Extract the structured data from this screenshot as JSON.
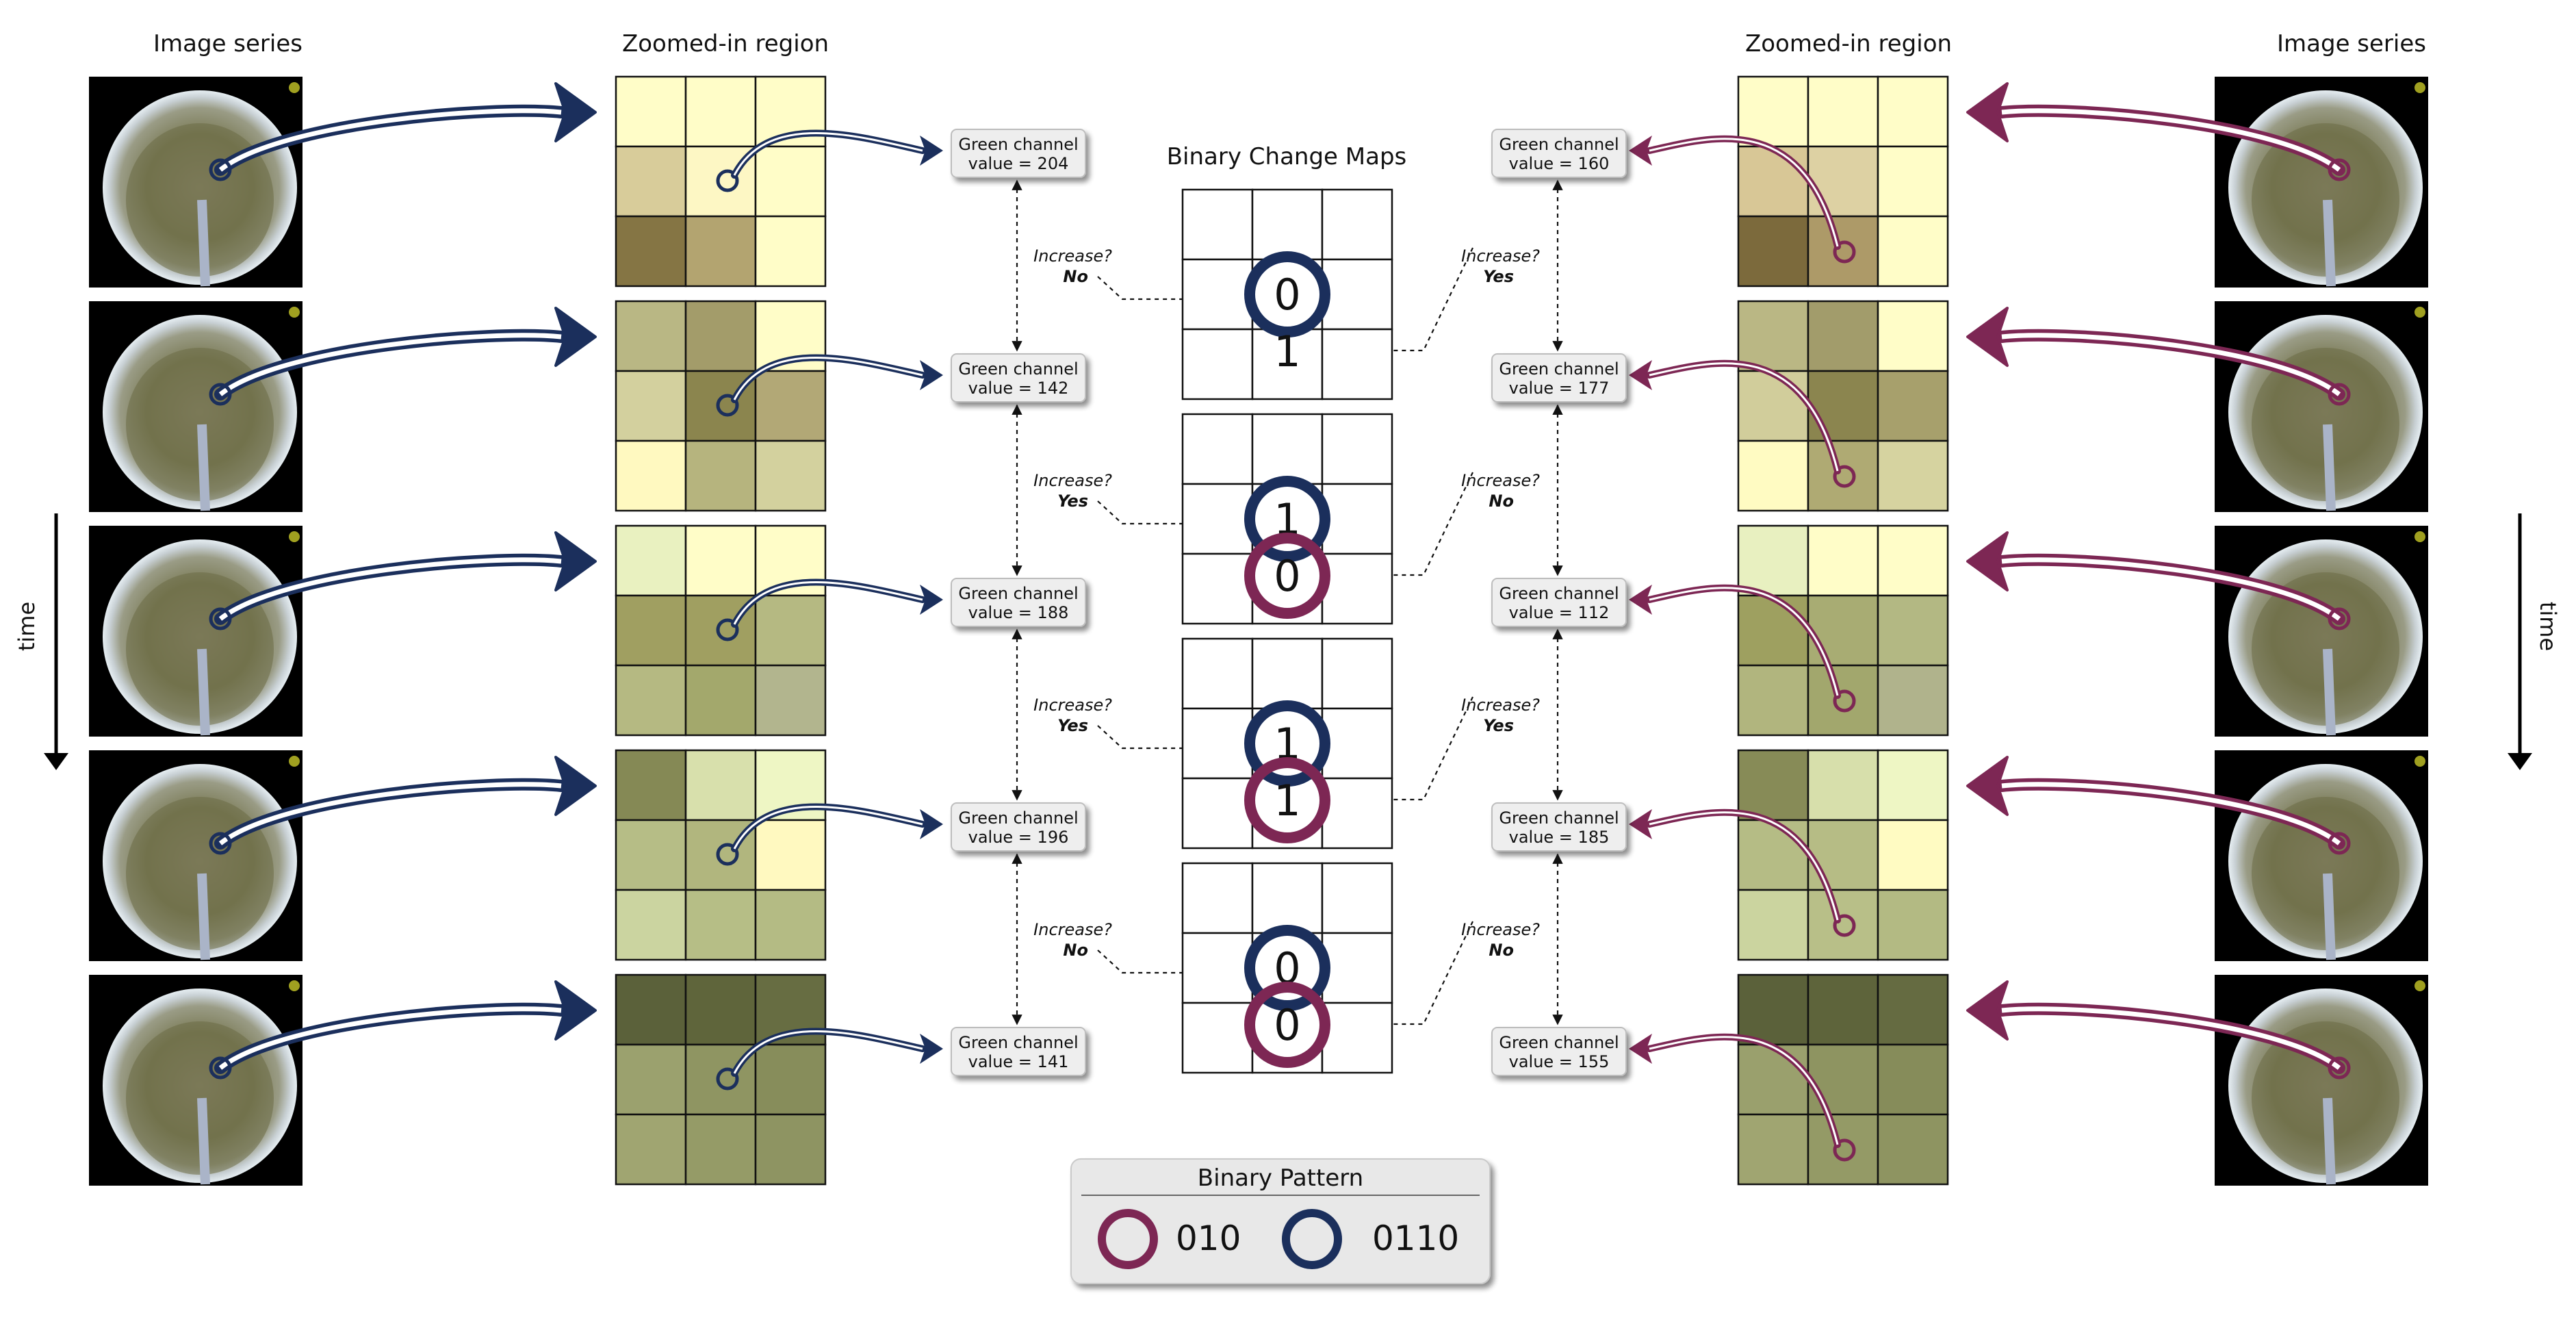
{
  "headers": {
    "left_image_series": "Image series",
    "left_zoomed": "Zoomed-in region",
    "right_zoomed": "Zoomed-in region",
    "right_image_series": "Image series",
    "binary_change_maps": "Binary Change Maps"
  },
  "time_label": "time",
  "green_label": "Green channel",
  "increase_label": "Increase?",
  "colors": {
    "navy": "#1b2f5c",
    "plum": "#7d2754",
    "box_fill": "#eeeeee",
    "legend_fill": "#e8e8e8"
  },
  "left_rows": [
    {
      "value": "value = 204",
      "grid": [
        "#fffdc8",
        "#fffdc8",
        "#fffdc8",
        "#d8cc9a",
        "#fdf7c4",
        "#fffdc8",
        "#857544",
        "#b3a470",
        "#fffdc8"
      ]
    },
    {
      "value": "value = 142",
      "grid": [
        "#b9b784",
        "#a39c6a",
        "#fffdc8",
        "#d3d09e",
        "#8b854e",
        "#b2a876",
        "#fff9c0",
        "#b6b47e",
        "#d3d19e"
      ]
    },
    {
      "value": "value = 188",
      "grid": [
        "#e9f1c0",
        "#fffdc8",
        "#fffdc8",
        "#a09f61",
        "#a09f61",
        "#b5b982",
        "#b5b982",
        "#a3a86c",
        "#b2b58e"
      ]
    },
    {
      "value": "value = 196",
      "grid": [
        "#858955",
        "#d8e0ac",
        "#eef6c4",
        "#b6bd86",
        "#b1b67e",
        "#fff9c0",
        "#cbd4a0",
        "#b6be86",
        "#b4bb84"
      ]
    },
    {
      "value": "value = 141",
      "grid": [
        "#5b613a",
        "#5f653b",
        "#676d42",
        "#9ba16e",
        "#8f9562",
        "#878d5b",
        "#a0a571",
        "#959b67",
        "#8e9462"
      ]
    }
  ],
  "right_rows": [
    {
      "value": "value = 160",
      "grid": [
        "#fffdc8",
        "#fffdc8",
        "#fffdc8",
        "#d8c796",
        "#ddd1a3",
        "#fffdc8",
        "#7c6a3c",
        "#ad9a68",
        "#fffdc8"
      ]
    },
    {
      "value": "value = 177",
      "grid": [
        "#bab784",
        "#a29c6b",
        "#fffdc8",
        "#d1cd9b",
        "#8b854f",
        "#a7a06c",
        "#fffbc2",
        "#afaa73",
        "#d6d3a0"
      ]
    },
    {
      "value": "value = 112",
      "grid": [
        "#e8f0c0",
        "#fffdc8",
        "#fffdc8",
        "#9ea060",
        "#a8ac73",
        "#b3b883",
        "#b1b57e",
        "#a2a76d",
        "#b0b38c"
      ]
    },
    {
      "value": "value = 185",
      "grid": [
        "#878b57",
        "#d7dfab",
        "#eef6c4",
        "#b5bc85",
        "#b6bc85",
        "#fffbc2",
        "#cbd49f",
        "#b8bf88",
        "#b3ba83"
      ]
    },
    {
      "value": "value = 155",
      "grid": [
        "#5b613a",
        "#5e643b",
        "#656b41",
        "#9aa06d",
        "#8e9461",
        "#868c5a",
        "#a0a571",
        "#949a66",
        "#8e9461"
      ]
    }
  ],
  "left_answers": [
    {
      "q": "Increase?",
      "a": "No"
    },
    {
      "q": "Increase?",
      "a": "Yes"
    },
    {
      "q": "Increase?",
      "a": "Yes"
    },
    {
      "q": "Increase?",
      "a": "No"
    }
  ],
  "right_answers": [
    {
      "q": "Increase?",
      "a": "Yes"
    },
    {
      "q": "Increase?",
      "a": "No"
    },
    {
      "q": "Increase?",
      "a": "Yes"
    },
    {
      "q": "Increase?",
      "a": "No"
    }
  ],
  "change_maps": [
    {
      "navy_value": "0",
      "plum_value": "1",
      "plum_circle": false
    },
    {
      "navy_value": "1",
      "plum_value": "0",
      "plum_circle": true
    },
    {
      "navy_value": "1",
      "plum_value": "1",
      "plum_circle": true
    },
    {
      "navy_value": "0",
      "plum_value": "0",
      "plum_circle": true
    }
  ],
  "legend": {
    "title": "Binary Pattern",
    "items": [
      {
        "label": "010",
        "color": "#7d2754"
      },
      {
        "label": "0110",
        "color": "#1b2f5c"
      }
    ]
  }
}
